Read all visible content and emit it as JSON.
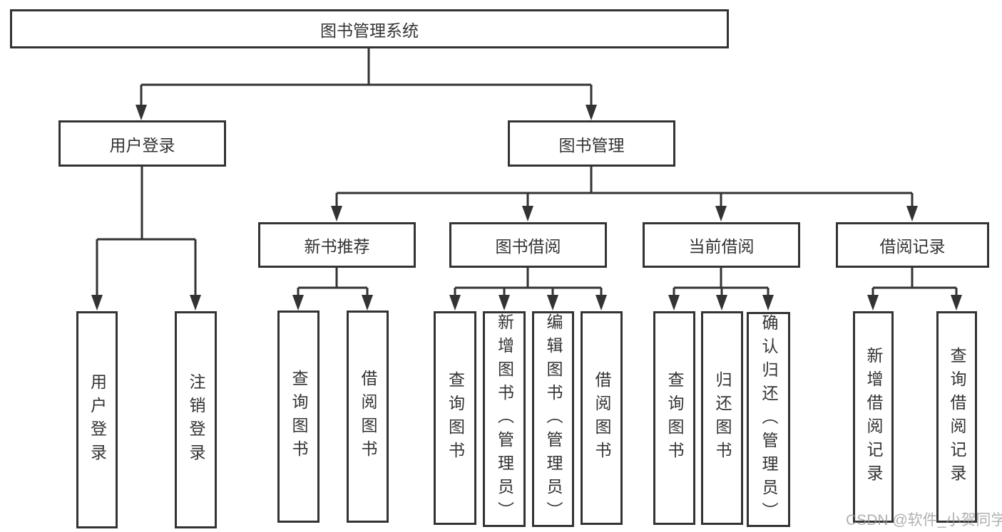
{
  "tree": {
    "label": "图书管理系统",
    "children": [
      {
        "label": "用户登录",
        "children": [
          {
            "label": "用户登录"
          },
          {
            "label": "注销登录"
          }
        ]
      },
      {
        "label": "图书管理",
        "children": [
          {
            "label": "新书推荐",
            "children": [
              {
                "label": "查询图书"
              },
              {
                "label": "借阅图书"
              }
            ]
          },
          {
            "label": "图书借阅",
            "children": [
              {
                "label": "查询图书"
              },
              {
                "label": "新增图书（管理员）"
              },
              {
                "label": "编辑图书（管理员）"
              },
              {
                "label": "借阅图书"
              }
            ]
          },
          {
            "label": "当前借阅",
            "children": [
              {
                "label": "查询图书"
              },
              {
                "label": "归还图书"
              },
              {
                "label": "确认归还（管理员）"
              }
            ]
          },
          {
            "label": "借阅记录",
            "children": [
              {
                "label": "新增借阅记录"
              },
              {
                "label": "查询借阅记录"
              }
            ]
          }
        ]
      }
    ]
  },
  "watermark": {
    "text": "CSDN @软件_小贺同学"
  },
  "colors": {
    "line": "#333333",
    "box_border": "#333333",
    "box_background": "#ffffff",
    "text": "#333333",
    "watermark_text": "#969696",
    "background": "#ffffff"
  }
}
